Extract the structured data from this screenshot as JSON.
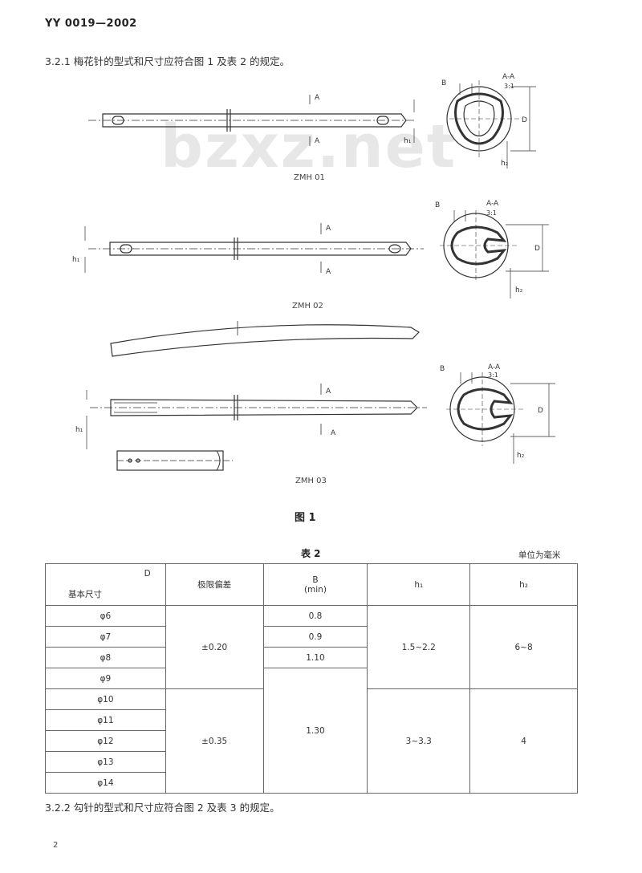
{
  "header": {
    "standard_code": "YY 0019—2002"
  },
  "clause_1": {
    "text": "3.2.1  梅花针的型式和尺寸应符合图 1 及表 2 的规定。"
  },
  "watermark": {
    "text": "bzxz.net"
  },
  "figure": {
    "caption": "图 1",
    "labels": {
      "a": "A",
      "section": "A-A",
      "scale": "3:1",
      "b": "B",
      "d": "D",
      "h1": "h₁",
      "h2": "h₂"
    },
    "variants": [
      {
        "code": "ZMH 01"
      },
      {
        "code": "ZMH 02"
      },
      {
        "code": "ZMH 03"
      }
    ]
  },
  "table": {
    "title": "表 2",
    "unit": "单位为毫米",
    "headers": {
      "d": "D",
      "basic_size": "基本尺寸",
      "limit_deviation": "极限偏差",
      "b": "B",
      "b_min": "(min)",
      "h1": "h₁",
      "h2": "h₂"
    },
    "rows": [
      {
        "basic": "φ6",
        "b": "0.8"
      },
      {
        "basic": "φ7",
        "b": "0.9"
      },
      {
        "basic": "φ8",
        "b": "1.10"
      },
      {
        "basic": "φ9"
      },
      {
        "basic": "φ10"
      },
      {
        "basic": "φ11"
      },
      {
        "basic": "φ12"
      },
      {
        "basic": "φ13"
      },
      {
        "basic": "φ14"
      }
    ],
    "groups": {
      "deviation_1": "±0.20",
      "deviation_2": "±0.35",
      "b_group_2": "1.30",
      "h1_1": "1.5~2.2",
      "h1_2": "3~3.3",
      "h2_1": "6~8",
      "h2_2": "4"
    }
  },
  "clause_2": {
    "text": "3.2.2  勾针的型式和尺寸应符合图 2 及表 3 的规定。"
  },
  "page": {
    "number": "2"
  }
}
